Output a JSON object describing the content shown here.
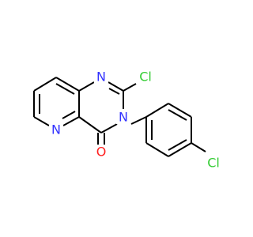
{
  "molecule": {
    "atoms": {
      "n1": {
        "label": "N",
        "color": "#3333FF"
      },
      "cl_top": {
        "label": "Cl",
        "color": "#33CC33"
      },
      "n3": {
        "label": "N",
        "color": "#3333FF"
      },
      "n5": {
        "label": "N",
        "color": "#3333FF"
      },
      "o": {
        "label": "O",
        "color": "#FF2020"
      },
      "cl_bottom": {
        "label": "Cl",
        "color": "#33CC33"
      }
    }
  }
}
